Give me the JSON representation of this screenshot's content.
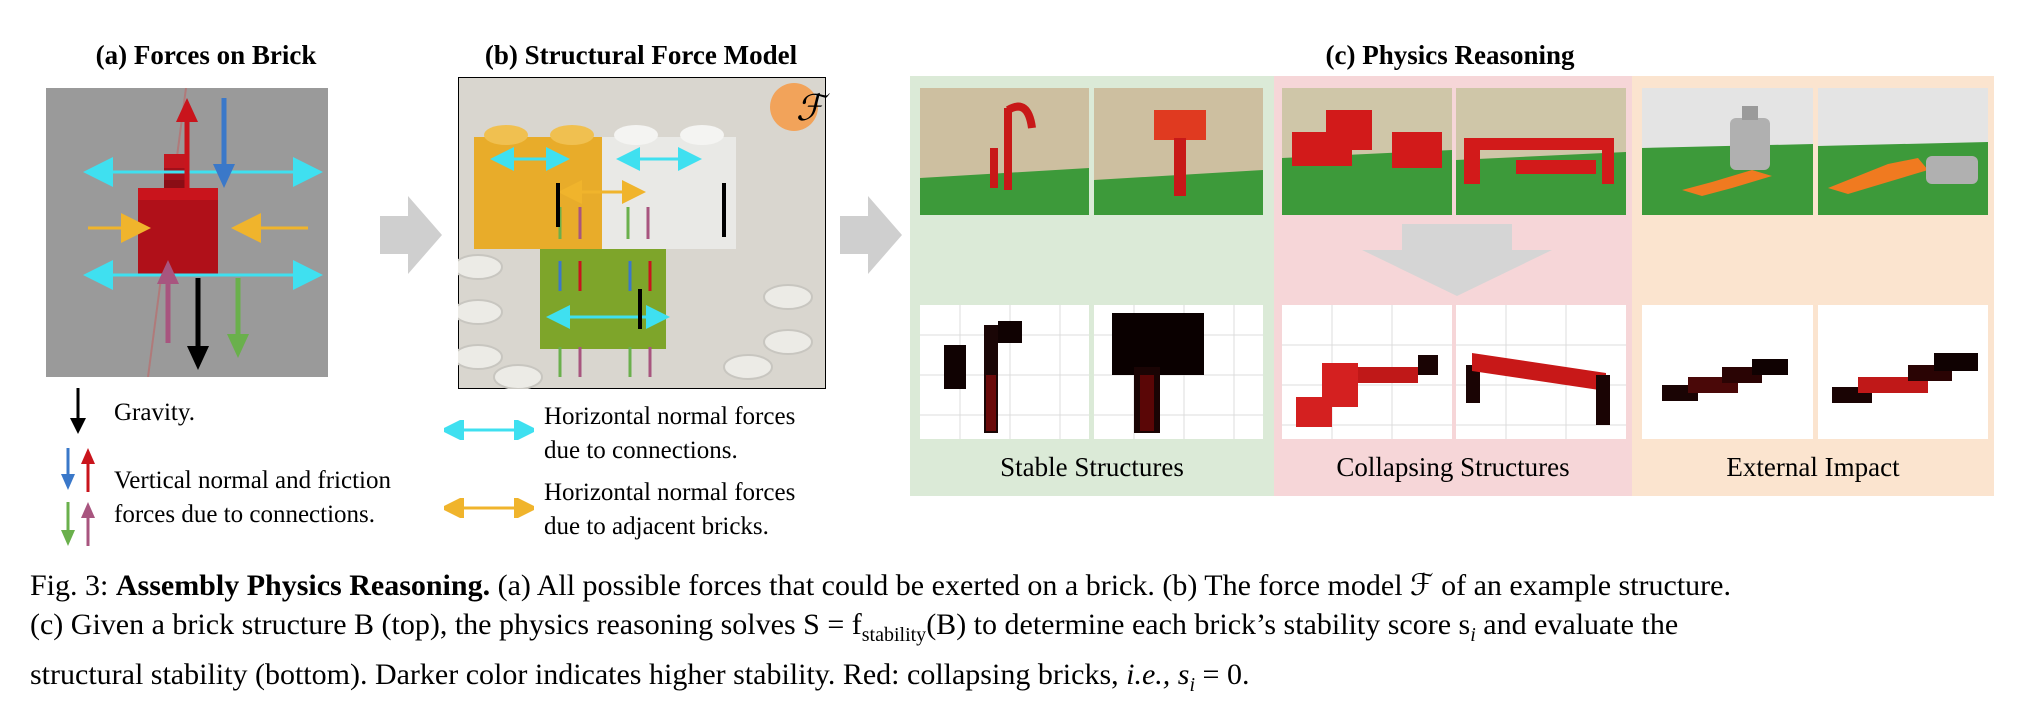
{
  "panel_a": {
    "title": "(a) Forces on Brick",
    "legend": {
      "gravity": "Gravity.",
      "vertical_line1": "Vertical normal and friction",
      "vertical_line2": "forces due to connections."
    }
  },
  "panel_b": {
    "title": "(b) Structural Force Model",
    "badge": "ℱ",
    "legend": {
      "cyan_line1": "Horizontal normal forces",
      "cyan_line2": "due to connections.",
      "orange_line1": "Horizontal normal forces",
      "orange_line2": "due to adjacent bricks."
    }
  },
  "panel_c": {
    "title": "(c) Physics Reasoning",
    "sections": [
      {
        "label": "Stable Structures",
        "color": "#dbead7"
      },
      {
        "label": "Collapsing Structures",
        "color": "#f6d6d8"
      },
      {
        "label": "External Impact",
        "color": "#fbe4cf"
      }
    ]
  },
  "colors": {
    "gravity": "#000000",
    "vertical_blue": "#3a78c9",
    "vertical_red": "#c9141c",
    "vertical_green": "#6ab04c",
    "vertical_purple": "#a8557f",
    "horizontal_cyan": "#3fe0f0",
    "horizontal_orange": "#f0b42c"
  },
  "caption": {
    "fig_label": "Fig. 3:",
    "bold_title": "Assembly Physics Reasoning.",
    "line1_rest": "(a) All possible forces that could be exerted on a brick. (b) The force model ℱ of an example structure.",
    "line2": "(c) Given a brick structure B (top), the physics reasoning solves S = f",
    "line2_sub": "stability",
    "line2_rest": "(B) to determine each brick’s stability score s",
    "line2_sub_i": "i",
    "line2_end": "and evaluate the",
    "line3_start": "structural stability (bottom). Darker color indicates higher stability. Red: collapsing bricks,",
    "ie": "i.e.,",
    "line3_end": "s",
    "line3_sub": "i",
    "line3_eq": "= 0."
  }
}
